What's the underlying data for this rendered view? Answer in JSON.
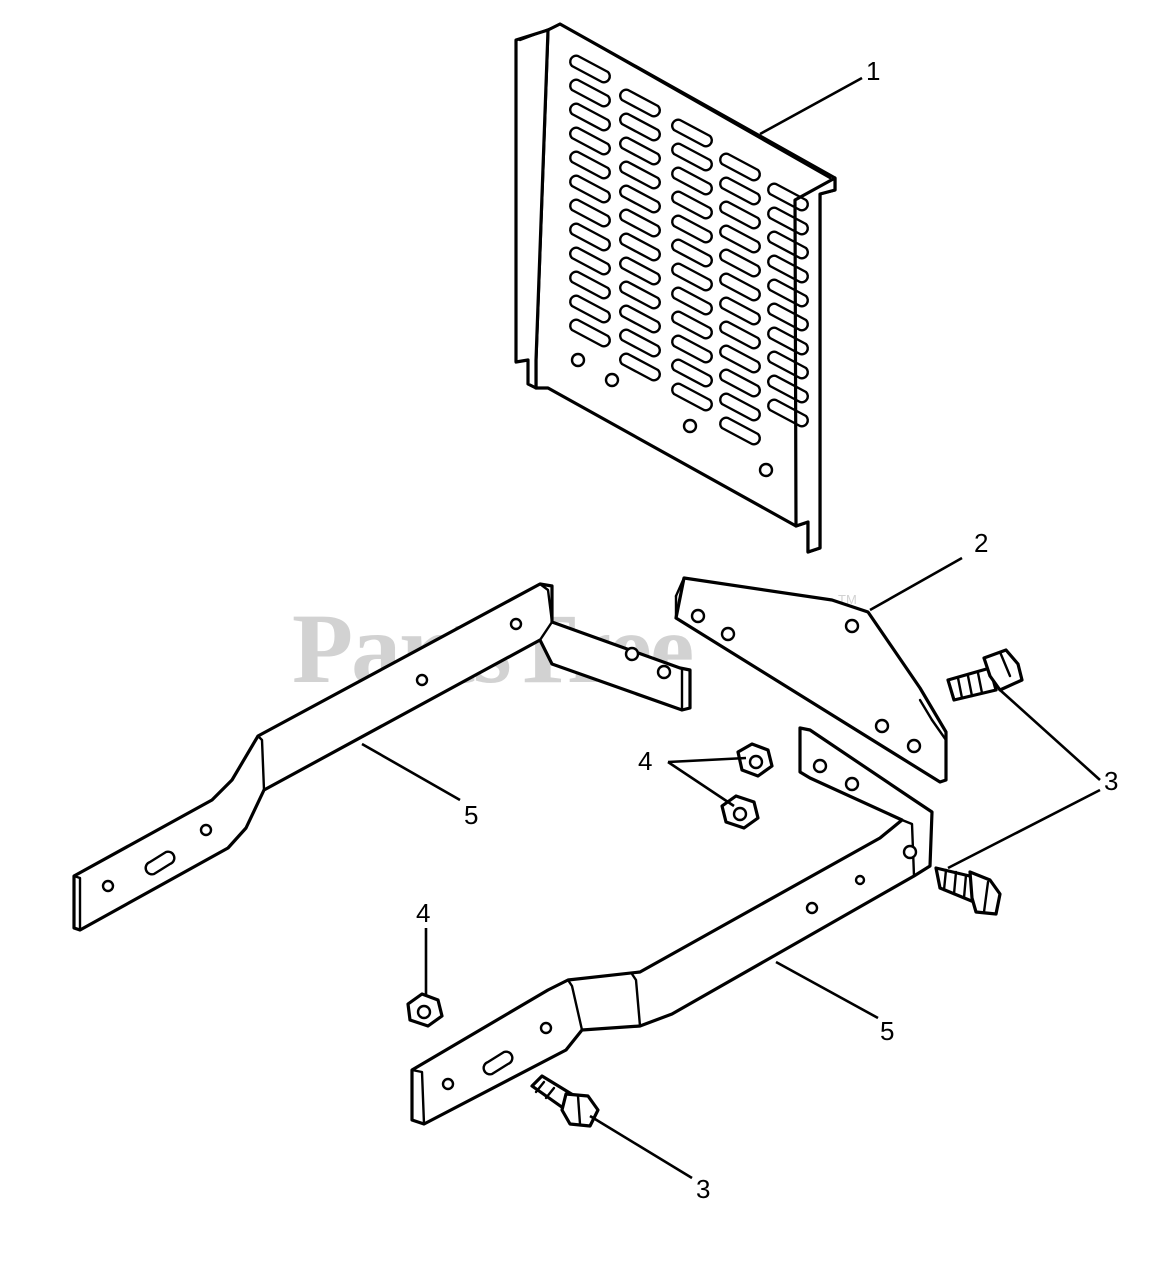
{
  "watermark": {
    "brand": "PartsTree",
    "trademark": "TM"
  },
  "callouts": [
    {
      "id": "1",
      "part": "grille-panel"
    },
    {
      "id": "2",
      "part": "mounting-bracket"
    },
    {
      "id": "3",
      "part": "bolt"
    },
    {
      "id": "4",
      "part": "lock-nut"
    },
    {
      "id": "5",
      "part": "support-arm"
    }
  ]
}
